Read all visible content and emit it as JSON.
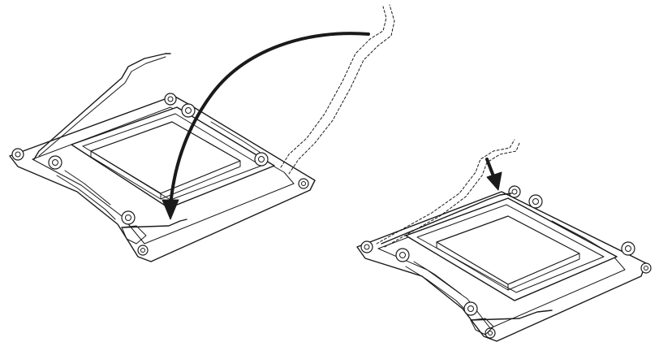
{
  "figure": {
    "panels": [
      {
        "name": "socket-open-lever-closing",
        "step": "close-load-plate"
      },
      {
        "name": "socket-lever-pressing-down",
        "step": "press-lever-down"
      }
    ],
    "colors": {
      "line": "#1a1a1a",
      "background": "#ffffff",
      "arrow": "#1a1a1a"
    },
    "icons": [
      "curved-closing-arrow",
      "downward-press-arrow",
      "cpu-socket",
      "load-lever"
    ]
  }
}
